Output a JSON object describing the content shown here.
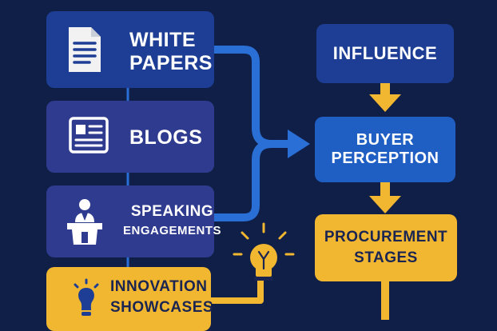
{
  "sources": {
    "white_papers": {
      "line1": "WHITE",
      "line2": "PAPERS",
      "icon": "document-icon"
    },
    "blogs": {
      "label": "BLOGS",
      "icon": "article-icon"
    },
    "speaking": {
      "line1": "SPEAKING",
      "line2": "ENGAGEMENTS",
      "icon": "speaker-podium-icon"
    },
    "innovation": {
      "line1": "INNOVATION",
      "line2": "SHOWCASES",
      "icon": "lightbulb-icon"
    }
  },
  "flow": {
    "influence": "INFLUENCE",
    "perception_line1": "BUYER",
    "perception_line2": "PERCEPTION",
    "procurement_line1": "PROCUREMENT",
    "procurement_line2": "STAGES"
  },
  "colors": {
    "background": "#0f1f47",
    "source_blue": "#1d3e94",
    "source_indigo": "#2f3b8f",
    "flow_blue": "#1f5fc4",
    "accent_yellow": "#f2b731",
    "dark_text": "#1a2552"
  }
}
